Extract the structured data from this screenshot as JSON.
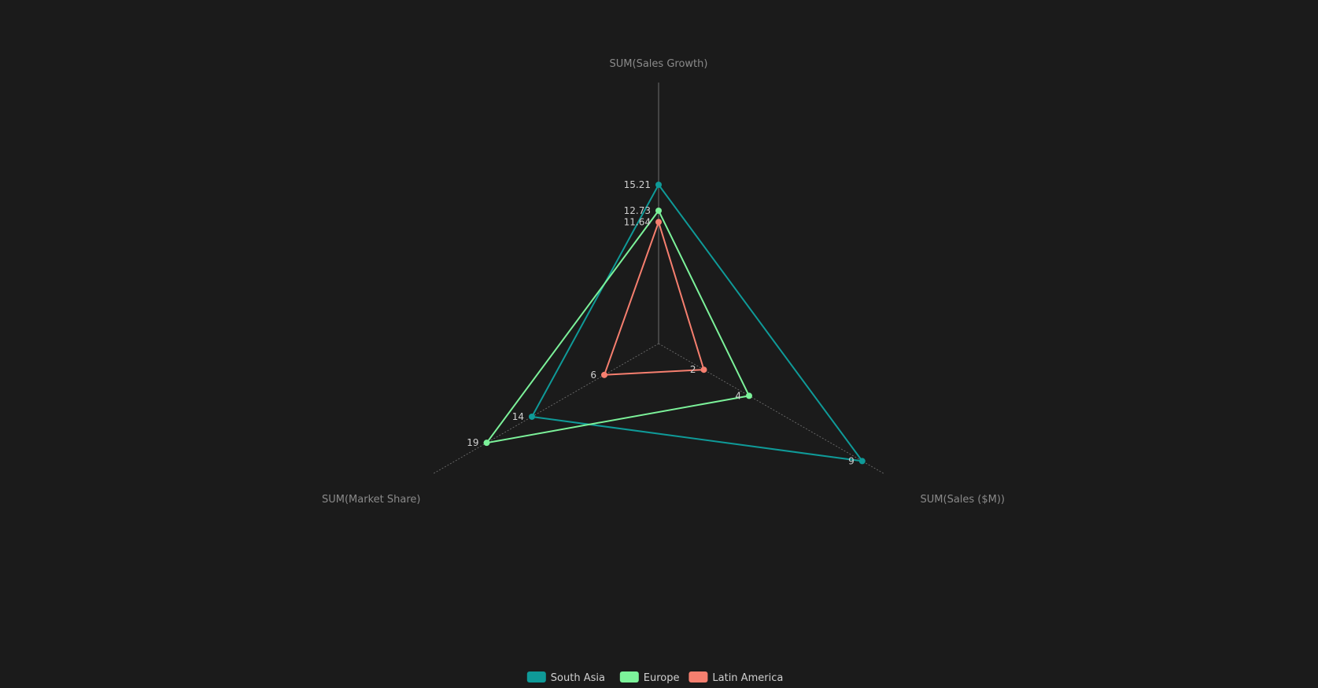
{
  "chart_data": {
    "type": "radar",
    "axes": [
      "SUM(Sales Growth)",
      "SUM(Sales ($M))",
      "SUM(Market Share)"
    ],
    "axis_max": [
      25,
      10,
      25
    ],
    "series": [
      {
        "name": "South Asia",
        "color": "#0f9a98",
        "values": [
          15.21,
          9,
          14
        ]
      },
      {
        "name": "Europe",
        "color": "#7cf29a",
        "values": [
          12.73,
          4,
          19
        ]
      },
      {
        "name": "Latin America",
        "color": "#f67f6f",
        "values": [
          11.64,
          2,
          6
        ]
      }
    ],
    "legend_position": "bottom-center",
    "grid": false
  },
  "colors": {
    "background": "#1b1b1b",
    "axis_line": "#6e6e6e",
    "axis_text": "#8a8a8a",
    "value_text": "#d0d0d0"
  }
}
